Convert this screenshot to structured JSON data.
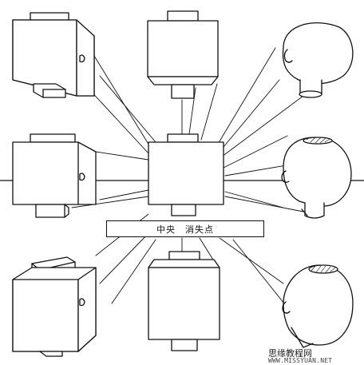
{
  "label": {
    "center": "中央",
    "vanishing_point": "消失点"
  },
  "watermark": {
    "site": "思缘教程网",
    "url": "WWW.MISSYUAN.NET"
  }
}
